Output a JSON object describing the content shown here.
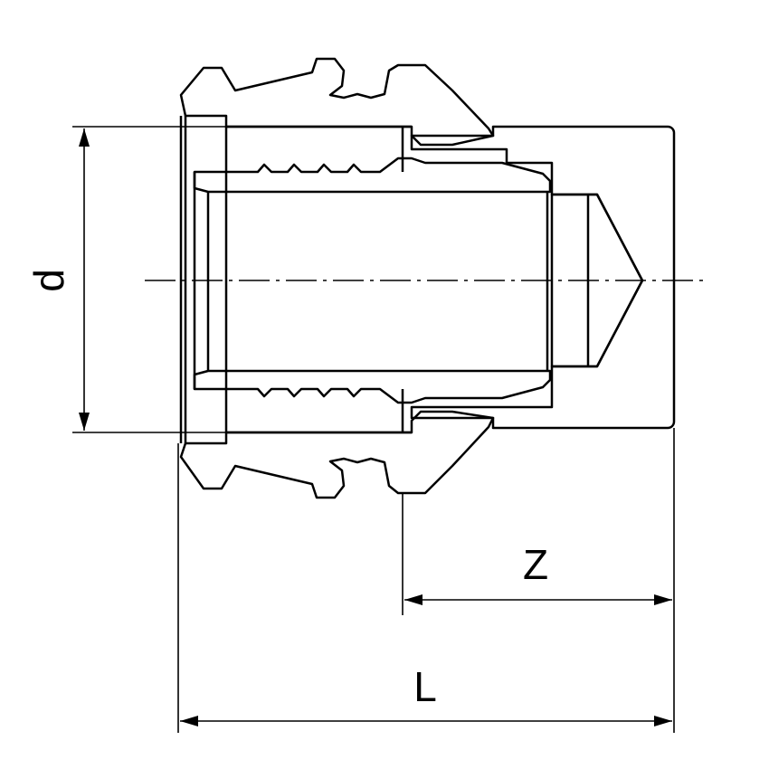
{
  "drawing": {
    "dimensions": {
      "d": "d",
      "z": "Z",
      "l": "L"
    }
  }
}
